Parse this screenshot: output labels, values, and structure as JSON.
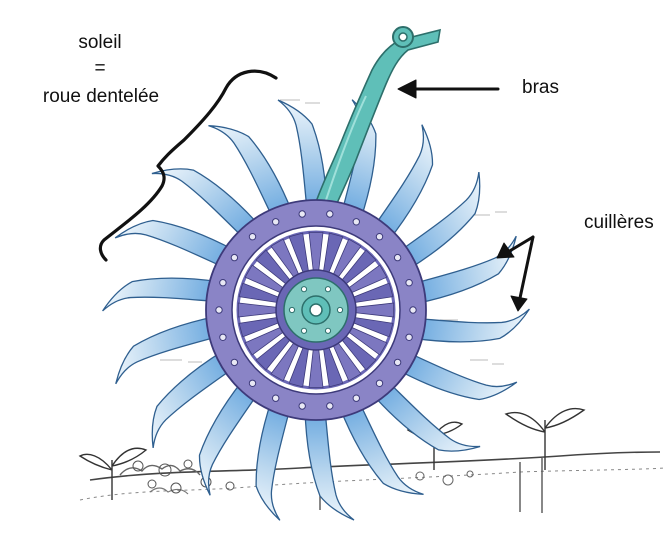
{
  "labels": {
    "soleil_line1": "soleil",
    "soleil_line2": "=",
    "soleil_line3": "roue dentelée",
    "arm": "bras",
    "spoons": "cuillères"
  },
  "colors": {
    "wheel_ring": "#8a84c6",
    "wheel_dark": "#6a67b5",
    "hub": "#7fc7c1",
    "spoon_light": "#bcd8ef",
    "spoon_mid": "#6aa8df",
    "arm": "#5fbfb8",
    "ink": "#1a1a1a",
    "ground": "#9a9a9a"
  },
  "wheel": {
    "spoon_count": 18,
    "spoke_count": 24,
    "rivet_count": 22
  }
}
